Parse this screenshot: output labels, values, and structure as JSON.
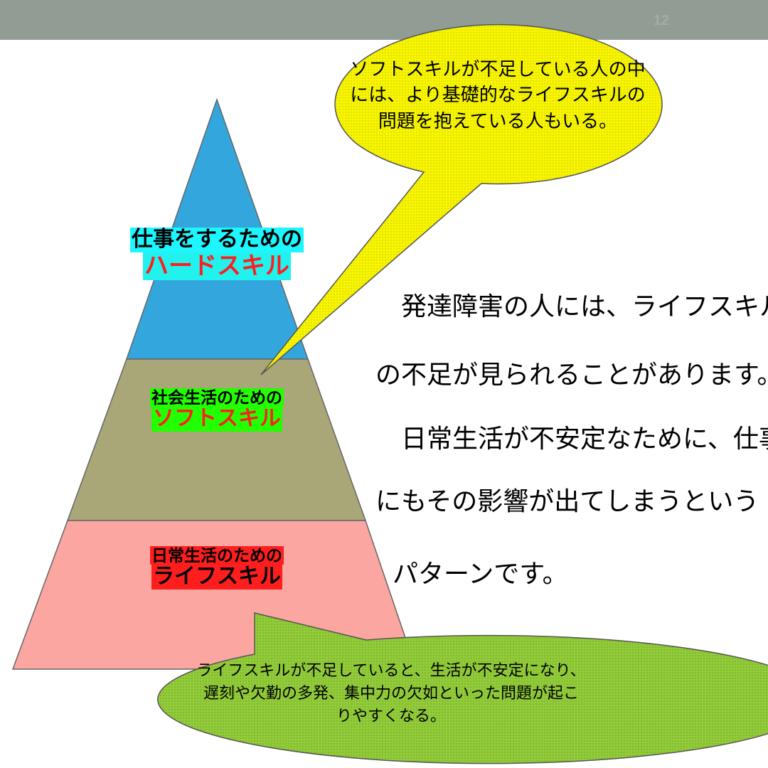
{
  "slide": {
    "page_number": "12",
    "colors": {
      "header_bar": "#909c94",
      "pyramid_top": "#33a7dd",
      "pyramid_middle": "#a9a678",
      "pyramid_bottom": "#fba6a0",
      "yellow_callout": "#f7f500",
      "green_callout": "#92cc3a",
      "accent_red": "#ff1d1d"
    }
  },
  "pyramid": {
    "top": {
      "sub_label": "仕事をするための",
      "main_label": "ハードスキル"
    },
    "middle": {
      "sub_label": "社会生活のための",
      "main_label": "ソフトスキル"
    },
    "bottom": {
      "sub_label": "日常生活のための",
      "main_label": "ライフスキル"
    }
  },
  "yellow_callout": {
    "lines": [
      "ソフトスキルが不足している人の中",
      "には、より基礎的なライフスキルの",
      "問題を抱えている人もいる。"
    ]
  },
  "green_callout": {
    "lines": [
      "ライフスキルが不足していると、生活が不安定になり、",
      "遅刻や欠勤の多発、集中力の欠如といった問題が起こ",
      "りやすくなる。"
    ]
  },
  "body_text": {
    "lines": [
      "　発達障害の人には、ライフスキル",
      "の不足が見られることがあります。",
      "　日常生活が不安定なために、仕事",
      "にもその影響が出てしまうという",
      "パターンです。"
    ]
  }
}
